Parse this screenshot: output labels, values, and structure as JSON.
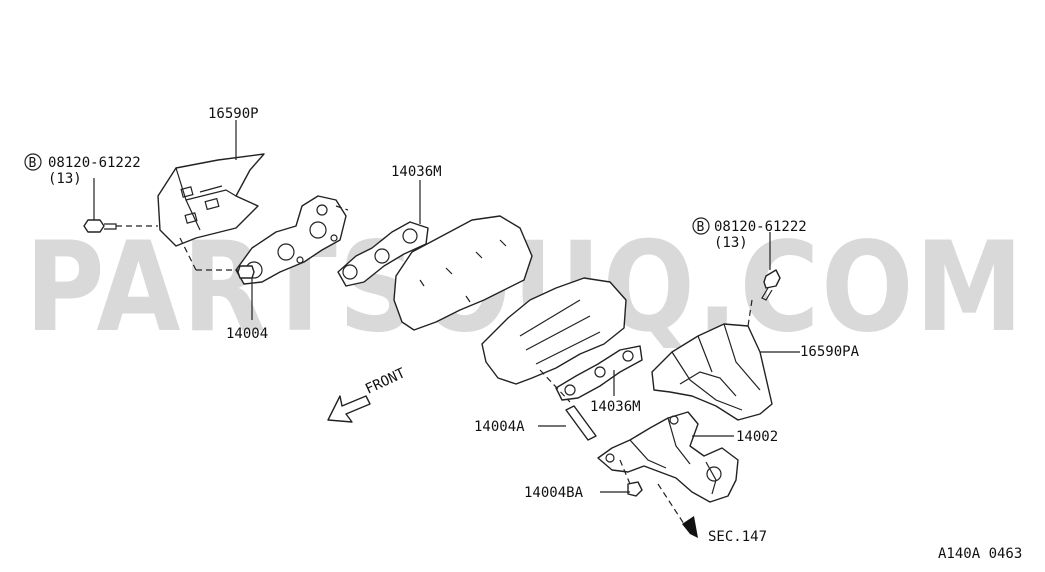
{
  "watermark": "PARTSOUQ.COM",
  "diagram_code": "A140A 0463",
  "labels": {
    "heat_insulator_left": "16590P",
    "bolt_left_code": "08120-61222",
    "bolt_left_qty": "(13)",
    "gasket_left": "14036M",
    "stud_left": "14004",
    "bolt_right_code": "08120-61222",
    "bolt_right_qty": "(13)",
    "heat_insulator_right": "16590PA",
    "gasket_right": "14036M",
    "stud_right": "14004A",
    "manifold_right": "14002",
    "nut_right": "14004BA",
    "section_ref": "SEC.147",
    "front_arrow": "FRONT",
    "bolt_symbol": "B"
  }
}
